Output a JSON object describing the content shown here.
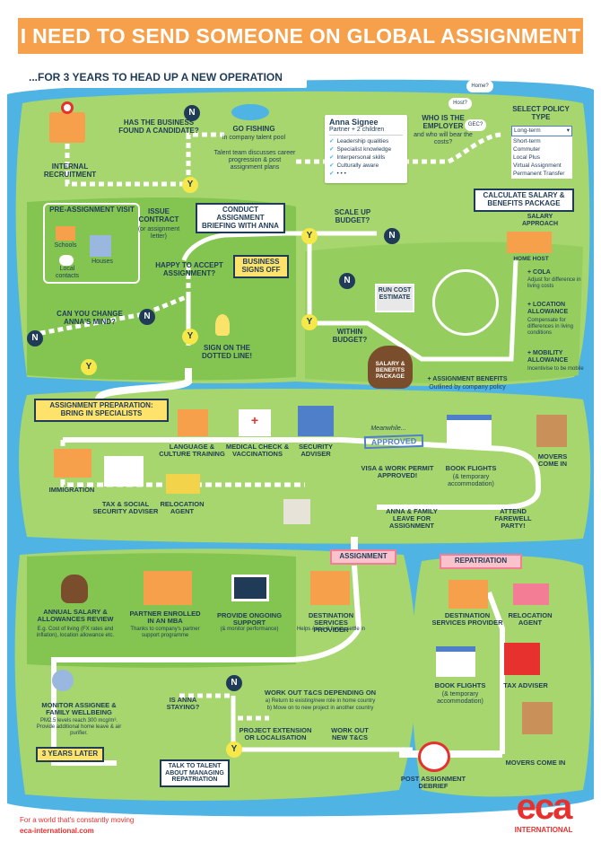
{
  "title": "I NEED TO SEND SOMEONE ON GLOBAL ASSIGNMENT",
  "subtitle": "...FOR 3 YEARS TO HEAD UP A NEW OPERATION",
  "sections": {
    "assignment_preparation": "ASSIGNMENT PREPARATION: BRING IN SPECIALISTS",
    "assignment": "ASSIGNMENT",
    "repatriation": "REPATRIATION",
    "three_years_later": "3 YEARS LATER",
    "business_signs_off": "BUSINESS SIGNS OFF",
    "calculate_salary": "CALCULATE SALARY & BENEFITS PACKAGE",
    "conduct_briefing": "CONDUCT ASSIGNMENT BRIEFING WITH ANNA",
    "talk_to_talent": "TALK TO TALENT ABOUT MANAGING REPATRIATION"
  },
  "steps": {
    "internal_recruitment": "INTERNAL RECRUITMENT",
    "found_candidate": "HAS THE BUSINESS FOUND A CANDIDATE?",
    "go_fishing": "GO FISHING",
    "go_fishing_sub": "in company talent pool",
    "talent_team": "Talent team discusses career progression & post assignment plans",
    "who_employer": "WHO IS THE EMPLOYER",
    "who_employer_sub": "and who will bear the costs?",
    "select_policy": "SELECT POLICY TYPE",
    "pre_assignment_visit": "PRE-ASSIGNMENT VISIT",
    "schools": "Schools",
    "houses": "Houses",
    "local_contacts": "Local contacts",
    "issue_contract": "ISSUE CONTRACT",
    "issue_contract_sub": "(or assignment letter)",
    "happy_to_accept": "HAPPY TO ACCEPT ASSIGNMENT?",
    "change_mind": "CAN YOU CHANGE ANNA'S MIND?",
    "sign_dotted": "SIGN ON THE DOTTED LINE!",
    "scale_up": "SCALE UP BUDGET?",
    "run_cost": "RUN COST ESTIMATE",
    "within_budget": "WITHIN BUDGET?",
    "salary_package": "SALARY & BENEFITS PACKAGE",
    "salary_approach": "SALARY APPROACH",
    "home_host": "HOME HOST",
    "cola": "+ COLA",
    "cola_sub": "Adjust for difference in living costs",
    "location_allowance": "+ LOCATION ALLOWANCE",
    "location_allowance_sub": "Compensate for differences in living conditions",
    "mobility_allowance": "+ MOBILITY ALLOWANCE",
    "mobility_allowance_sub": "Incentivise to be mobile",
    "assignment_benefits": "+ ASSIGNMENT BENEFITS",
    "assignment_benefits_sub": "Outlined by company policy",
    "immigration": "IMMIGRATION",
    "language": "LANGUAGE & CULTURE TRAINING",
    "medical": "MEDICAL CHECK & VACCINATIONS",
    "security": "SECURITY ADVISER",
    "tax_social": "TAX & SOCIAL SECURITY ADVISER",
    "relocation_agent": "RELOCATION AGENT",
    "meanwhile": "Meanwhile...",
    "approved": "APPROVED",
    "visa": "VISA & WORK PERMIT APPROVED!",
    "book_flights": "BOOK FLIGHTS",
    "book_flights_sub": "(& temporary accommodation)",
    "movers_in": "MOVERS COME IN",
    "anna_family_leave": "ANNA & FAMILY LEAVE FOR ASSIGNMENT",
    "farewell": "ATTEND FAREWELL PARTY!",
    "annual_review": "ANNUAL SALARY & ALLOWANCES REVIEW",
    "annual_review_sub": "E.g. Cost of living (FX rates and inflation), location allowance etc.",
    "partner_mba": "PARTNER ENROLLED IN AN MBA",
    "partner_mba_sub": "Thanks to company's partner support programme",
    "ongoing_support": "PROVIDE ONGOING SUPPORT",
    "ongoing_support_sub": "(& monitor performance)",
    "dest_services": "DESTINATION SERVICES PROVIDER",
    "dest_services_sub": "Helps Anna & family settle in",
    "monitor": "MONITOR ASSIGNEE & FAMILY WELLBEING",
    "monitor_sub": "PM2.5 levels reach 300 mcg/m³. Provide additional home leave & air purifier.",
    "anna_staying": "IS ANNA STAYING?",
    "work_out_tcs": "WORK OUT T&CS DEPENDING ON",
    "work_out_tcs_a": "a) Return to existing/new role in home country",
    "work_out_tcs_b": "b) Move on to new project in another country",
    "project_ext": "PROJECT EXTENSION OR LOCALISATION",
    "new_tcs": "WORK OUT NEW T&CS",
    "post_debrief": "POST ASSIGNMENT DEBRIEF",
    "rep_dest": "DESTINATION SERVICES PROVIDER",
    "rep_relocation": "RELOCATION AGENT",
    "rep_flights": "BOOK FLIGHTS",
    "rep_flights_sub": "(& temporary accommodation)",
    "rep_tax": "TAX ADVISER",
    "rep_movers": "MOVERS COME IN"
  },
  "bubbles": {
    "home": "Home?",
    "host": "Host?",
    "gec": "GEC?"
  },
  "candidate_card": {
    "name": "Anna Signee",
    "detail": "Partner + 2 children",
    "skills": [
      "Leadership qualities",
      "Specialist knowledge",
      "Interpersonal skills",
      "Culturally aware",
      "• • •"
    ]
  },
  "policy_dropdown": {
    "selected": "Long-term",
    "options": [
      "Short-term",
      "Commuter",
      "Local Plus",
      "Virtual Assignment",
      "Permanent Transfer"
    ]
  },
  "nodes": {
    "yes": "Y",
    "no": "N"
  },
  "footer": {
    "tagline": "For a world that's constantly moving",
    "url": "eca-international.com",
    "logo": "eca",
    "logo_sub": "INTERNATIONAL"
  },
  "colors": {
    "banner": "#f6a04b",
    "land_light": "#a6d66d",
    "land_dark": "#84c451",
    "water": "#4fb3e3",
    "navy": "#1f3b57",
    "pink": "#f37d95",
    "red": "#e6312f"
  }
}
